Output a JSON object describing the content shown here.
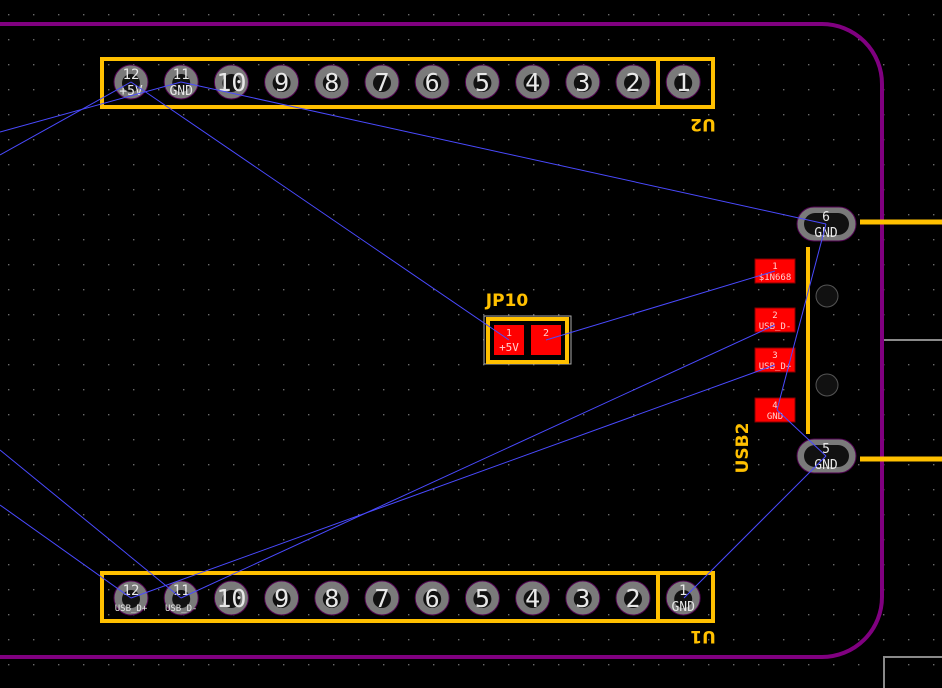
{
  "colors": {
    "outline": "#800080",
    "silk": "#ffc000",
    "pad": "#ff0000",
    "ratsnest": "#4a4aff",
    "grid": "#6a6a6a",
    "pin": "#7a7a7a"
  },
  "components": {
    "U2": {
      "ref": "U2",
      "pins": [
        {
          "num": "12",
          "net": "+5V"
        },
        {
          "num": "11",
          "net": "GND"
        },
        {
          "num": "10",
          "net": ""
        },
        {
          "num": "9",
          "net": ""
        },
        {
          "num": "8",
          "net": ""
        },
        {
          "num": "7",
          "net": ""
        },
        {
          "num": "6",
          "net": ""
        },
        {
          "num": "5",
          "net": ""
        },
        {
          "num": "4",
          "net": ""
        },
        {
          "num": "3",
          "net": ""
        },
        {
          "num": "2",
          "net": ""
        },
        {
          "num": "1",
          "net": ""
        }
      ]
    },
    "U1": {
      "ref": "U1",
      "pins": [
        {
          "num": "12",
          "net": "USB_D+"
        },
        {
          "num": "11",
          "net": "USB_D-"
        },
        {
          "num": "10",
          "net": ""
        },
        {
          "num": "9",
          "net": ""
        },
        {
          "num": "8",
          "net": ""
        },
        {
          "num": "7",
          "net": ""
        },
        {
          "num": "6",
          "net": ""
        },
        {
          "num": "5",
          "net": ""
        },
        {
          "num": "4",
          "net": ""
        },
        {
          "num": "3",
          "net": ""
        },
        {
          "num": "2",
          "net": ""
        },
        {
          "num": "1",
          "net": "GND"
        }
      ]
    },
    "JP10": {
      "ref": "JP10",
      "pads": [
        {
          "num": "1",
          "net": "+5V"
        },
        {
          "num": "2",
          "net": ""
        }
      ]
    },
    "USB2": {
      "ref": "USB2",
      "pads": [
        {
          "num": "1",
          "net": "$1N668"
        },
        {
          "num": "2",
          "net": "USB_D-"
        },
        {
          "num": "3",
          "net": "USB_D+"
        },
        {
          "num": "4",
          "net": "GND"
        }
      ],
      "shield": [
        {
          "num": "6",
          "net": "GND"
        },
        {
          "num": "5",
          "net": "GND"
        }
      ]
    }
  }
}
